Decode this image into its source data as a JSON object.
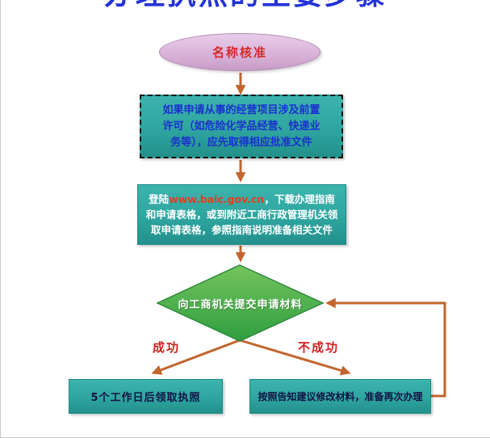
{
  "title": "办理执照的主要步骤",
  "flow": {
    "start": {
      "label": "名称核准"
    },
    "precondition_note": {
      "lines": [
        "如果申请从事的经营项目涉及前置",
        "许可（如危险化学品经营、快递业",
        "务等），应先取得相应批准文件"
      ]
    },
    "prepare": {
      "prefix": "登陆",
      "url": "www.baic.gov.cn",
      "suffix": "，下载办理指南和申请表格，或到附近工商行政管理机关领取申请表格，参照指南说明准备相关文件"
    },
    "decision": {
      "label": "向工商机关提交申请材料"
    },
    "branch_success": {
      "label": "成功"
    },
    "branch_fail": {
      "label": "不成功"
    },
    "result_success": {
      "label": "5个工作日后领取执照"
    },
    "result_fail": {
      "label": "按照告知建议修改材料，准备再次办理"
    }
  },
  "palette": {
    "teal_node": "#2fa5a0",
    "green_decision": "#3aa047",
    "arrow_orange": "#c2652e",
    "ellipse_pink": "#d9b3d9",
    "title_blue": "#2433d6",
    "note_text_blue": "#1b2fd0",
    "red_text": "#d42a2a",
    "url_red": "#e63c1e"
  }
}
